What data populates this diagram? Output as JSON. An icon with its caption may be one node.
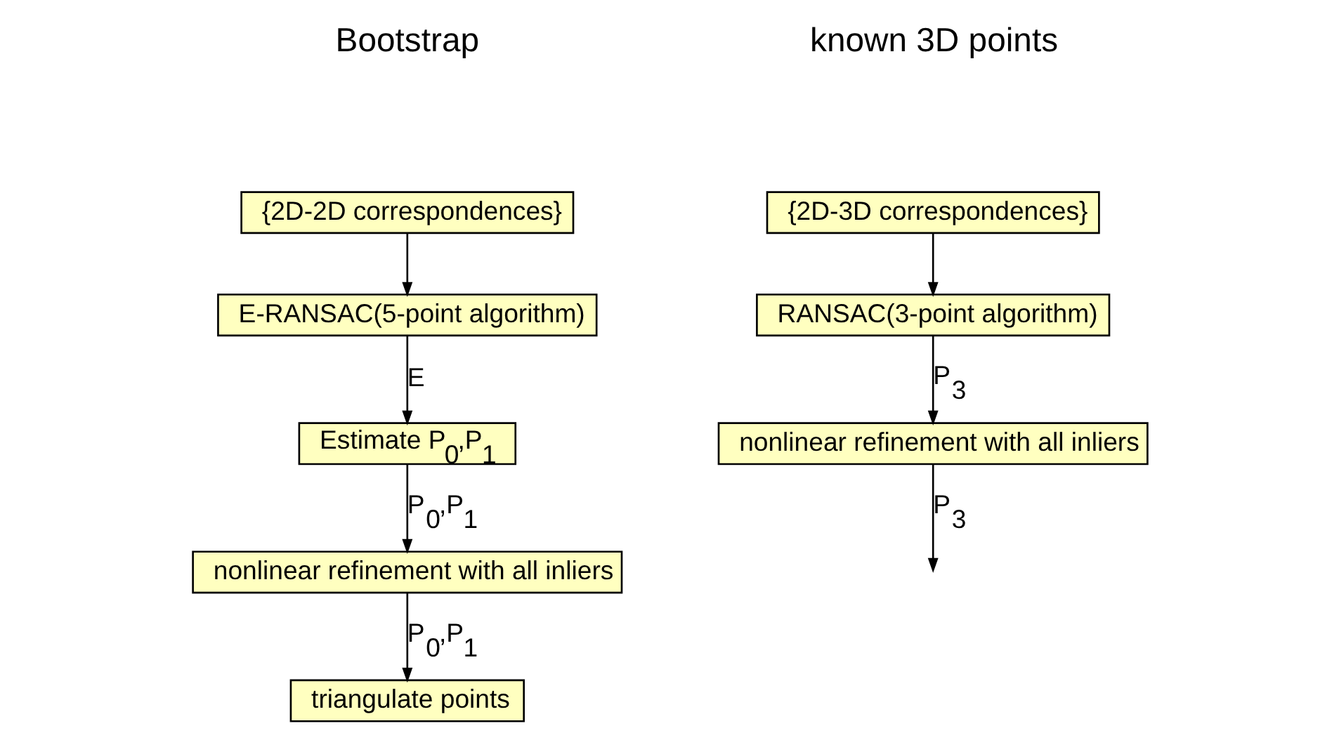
{
  "diagram": {
    "nodes": [
      {
        "text": [
          "{2D-2D correspondences}"
        ]
      },
      {
        "text": [
          "E-RANSAC(5-point algorithm)"
        ]
      },
      {
        "text": [
          "Estimate P$_{0}$,P$_{1}$"
        ]
      },
      {
        "text": [
          "nonlinear refinement with all inliers"
        ]
      },
      {
        "text": [
          "triangulate points"
        ]
      },
      {
        "text": [
          "{2D-3D correspondences}"
        ]
      },
      {
        "text": [
          "RANSAC(3-point algorithm)"
        ]
      },
      {
        "text": [
          "nonlinear refinement with all inliers"
        ]
      }
    ],
    "edges": [
      {
        "from": 0,
        "to": 1,
        "arrow": "to"
      },
      {
        "from": 1,
        "to": 2,
        "arrow": "to",
        "label": "E"
      },
      {
        "from": 2,
        "to": 3,
        "arrow": "to",
        "label": "P$_{0}$,P$_{1}$"
      },
      {
        "from": 3,
        "to": 4,
        "arrow": "to",
        "label": "P$_{0}$,P$_{1}$"
      },
      {
        "from": 5,
        "to": 6,
        "arrow": "to"
      },
      {
        "from": 6,
        "to": 7,
        "arrow": "to",
        "label": "P$_{3}$"
      },
      {
        "from": 7,
        "to": null,
        "arrow": "to",
        "label": "P$_{3}$"
      }
    ],
    "labels": [
      "Bootstrap",
      "known 3D points"
    ]
  }
}
